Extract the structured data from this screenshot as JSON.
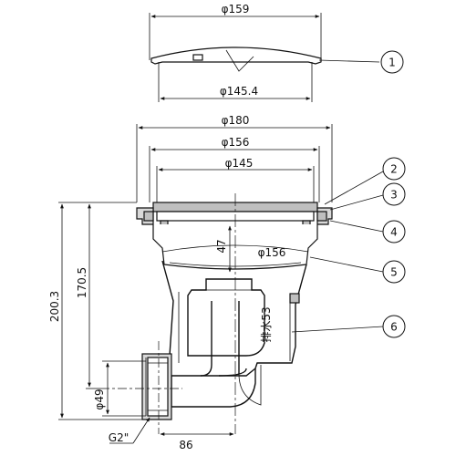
{
  "dimensions": {
    "lid_outer": "φ159",
    "lid_inner": "φ145.4",
    "rim_outer": "φ180",
    "rim_mid": "φ156",
    "rim_inner": "φ145",
    "cup_depth": "47",
    "cup_dia": "φ156",
    "total_height": "200.3",
    "outlet_height": "170.5",
    "outlet_dia": "φ49",
    "thread": "G2\"",
    "offset": "86",
    "drain_label": "排水53"
  },
  "callouts": [
    "1",
    "2",
    "3",
    "4",
    "5",
    "6"
  ]
}
